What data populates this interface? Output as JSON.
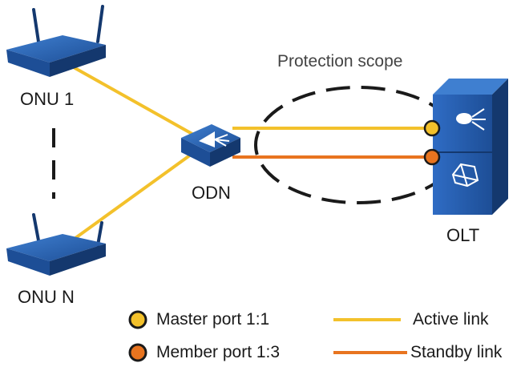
{
  "labels": {
    "protection_scope": "Protection scope",
    "onu_1": "ONU 1",
    "onu_n": "ONU N",
    "odn": "ODN",
    "olt": "OLT"
  },
  "legend": {
    "master_port": "Master port 1:1",
    "member_port": "Member port 1:3",
    "active_link": "Active link",
    "standby_link": "Standby link"
  },
  "colors": {
    "active_link": "#f3c12b",
    "standby_link": "#e8741f",
    "device_blue": "#1d4e96",
    "device_dark": "#14386e"
  }
}
